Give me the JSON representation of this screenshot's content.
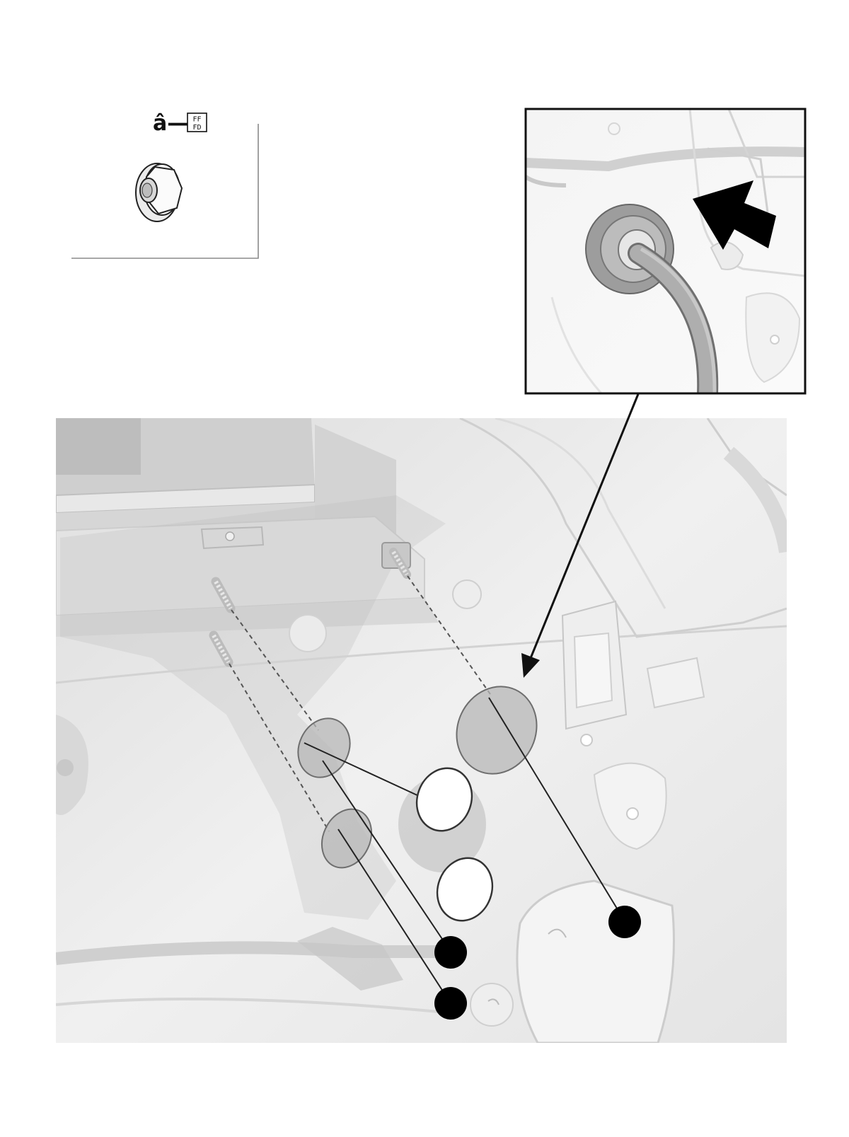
{
  "legend": {
    "label": "â—",
    "glyph": "FFFD"
  },
  "icons": {
    "fastener": "flange-nut-icon",
    "direction": "push-arrow-icon",
    "callout": "callout-marker-icon"
  },
  "callouts": {
    "open_marker_count": 2,
    "filled_marker_count": 3
  },
  "colors": {
    "line": "#111111",
    "panel": "#e9e9e9",
    "hole_fill": "#bdbdbd",
    "callout_open": "#ffffff",
    "callout_filled": "#000000"
  }
}
